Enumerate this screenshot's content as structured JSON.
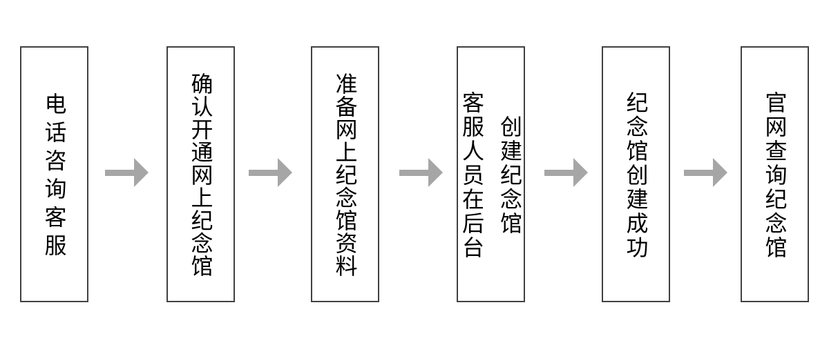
{
  "colors": {
    "background": "#ffffff",
    "box_border": "#404040",
    "box_fill": "#ffffff",
    "arrow": "#a6a6a6",
    "text": "#000000"
  },
  "diagram": {
    "type": "flowchart-left-to-right",
    "steps": [
      {
        "lines": [
          "电话咨询客服"
        ]
      },
      {
        "lines": [
          "确认开通网上纪念馆"
        ]
      },
      {
        "lines": [
          "准备网上纪念馆资料"
        ]
      },
      {
        "lines": [
          "客服人员在后台",
          "创建纪念馆"
        ]
      },
      {
        "lines": [
          "纪念馆创建成功"
        ]
      },
      {
        "lines": [
          "官网查询纪念馆"
        ]
      }
    ]
  }
}
